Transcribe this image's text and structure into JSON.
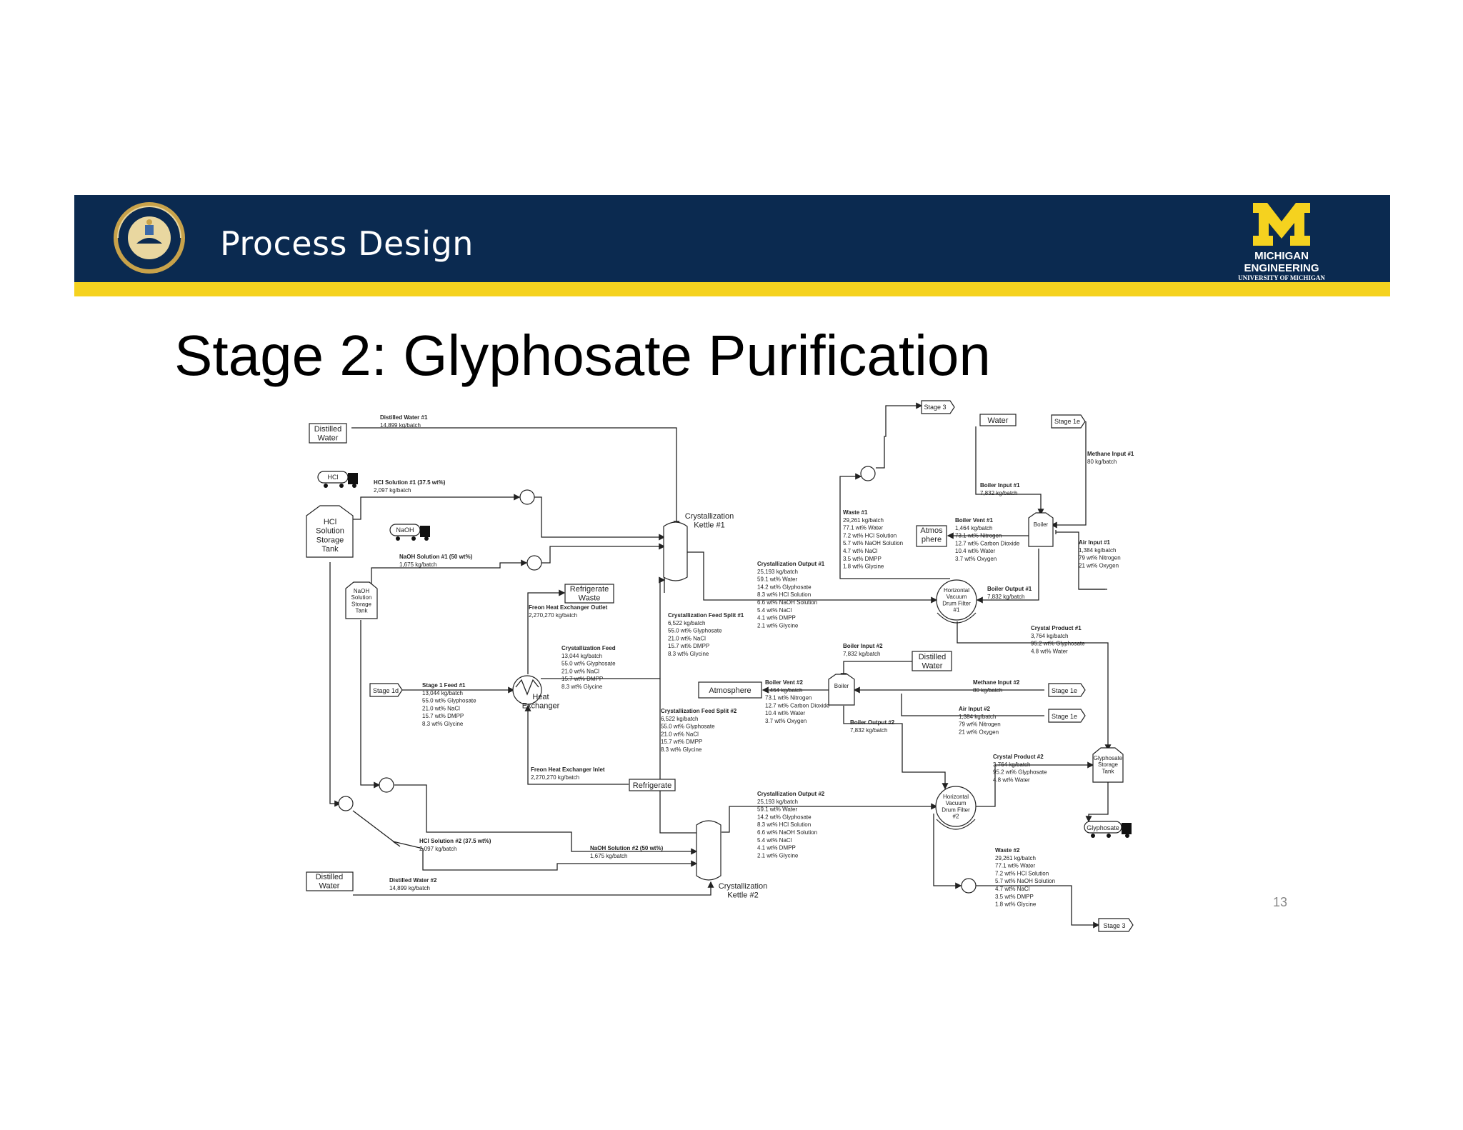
{
  "header": {
    "section_title": "Process Design",
    "brand_line1": "MICHIGAN",
    "brand_line2": "ENGINEERING",
    "brand_line3": "UNIVERSITY OF MICHIGAN",
    "colors": {
      "navy": "#0b2a50",
      "maize": "#f5d21f"
    }
  },
  "slide": {
    "title": "Stage 2: Glyphosate Purification",
    "page_number": "13"
  },
  "diagram": {
    "units": {
      "distilled_water_1": "Distilled\nWater",
      "hcl_truck": "HCl",
      "hcl_tank": "HCl\nSolution\nStorage\nTank",
      "naoh_truck": "NaOH",
      "naoh_tank": "NaOH\nSolution\nStorage\nTank",
      "refrigerate_waste": "Refrigerate\nWaste",
      "stage_1d": "Stage 1d",
      "heat_exchanger": "Heat\nExchanger",
      "refrigerate": "Refrigerate",
      "crystallization_kettle_1": "Crystallization\nKettle #1",
      "crystallization_kettle_2": "Crystallization\nKettle #2",
      "distilled_water_2": "Distilled\nWater",
      "stage_3_top": "Stage 3",
      "water": "Water",
      "stage_1e_top": "Stage 1e",
      "atmosphere_1": "Atmos\nphere",
      "boiler_1": "Boiler",
      "filter_1": "Horizontal\nVacuum\nDrum Filter\n#1",
      "distilled_water_3": "Distilled\nWater",
      "atmosphere_2": "Atmosphere",
      "boiler_2": "Boiler",
      "stage_1e_mid1": "Stage 1e",
      "stage_1e_mid2": "Stage 1e",
      "filter_2": "Horizontal\nVacuum\nDrum Filter\n#2",
      "glyphosate_tank": "Glyphosate\nStorage\nTank",
      "glyphosate_truck": "Glyphosate",
      "stage_3_bottom": "Stage 3"
    },
    "streams": {
      "distilled_water_1": [
        "Distilled Water #1",
        "14,899 kg/batch"
      ],
      "hcl_solution_1": [
        "HCl Solution #1 (37.5 wt%)",
        "2,097 kg/batch"
      ],
      "naoh_solution_1": [
        "NaOH Solution #1 (50 wt%)",
        "1,675 kg/batch"
      ],
      "freon_outlet": [
        "Freon Heat Exchanger Outlet",
        "2,270,270 kg/batch"
      ],
      "crystallization_feed": [
        "Crystallization Feed",
        "13,044 kg/batch",
        "55.0 wt% Glyphosate",
        "21.0 wt% NaCl",
        "15.7 wt% DMPP",
        "8.3 wt% Glycine"
      ],
      "stage_1_feed": [
        "Stage 1 Feed #1",
        "13,044 kg/batch",
        "55.0 wt% Glyphosate",
        "21.0 wt% NaCl",
        "15.7 wt% DMPP",
        "8.3 wt% Glycine"
      ],
      "feed_split_1": [
        "Crystallization Feed Split #1",
        "6,522 kg/batch",
        "55.0 wt% Glyphosate",
        "21.0 wt% NaCl",
        "15.7 wt% DMPP",
        "8.3 wt% Glycine"
      ],
      "feed_split_2": [
        "Crystallization Feed Split #2",
        "6,522 kg/batch",
        "55.0 wt% Glyphosate",
        "21.0 wt% NaCl",
        "15.7 wt% DMPP",
        "8.3 wt% Glycine"
      ],
      "freon_inlet": [
        "Freon Heat Exchanger Inlet",
        "2,270,270 kg/batch"
      ],
      "hcl_solution_2": [
        "HCl Solution #2 (37.5 wt%)",
        "2,097 kg/batch"
      ],
      "naoh_solution_2": [
        "NaOH Solution #2 (50 wt%)",
        "1,675 kg/batch"
      ],
      "distilled_water_2": [
        "Distilled Water #2",
        "14,899 kg/batch"
      ],
      "crys_output_1": [
        "Crystallization Output #1",
        "25,193 kg/batch",
        "59.1 wt% Water",
        "14.2 wt% Glyphosate",
        "8.3 wt% HCl Solution",
        "6.6 wt% NaOH Solution",
        "5.4 wt% NaCl",
        "4.1 wt% DMPP",
        "2.1 wt% Glycine"
      ],
      "crys_output_2": [
        "Crystallization Output #2",
        "25,193 kg/batch",
        "59.1 wt% Water",
        "14.2 wt% Glyphosate",
        "8.3 wt% HCl Solution",
        "6.6 wt% NaOH Solution",
        "5.4 wt% NaCl",
        "4.1 wt% DMPP",
        "2.1 wt% Glycine"
      ],
      "waste_1": [
        "Waste #1",
        "29,261 kg/batch",
        "77.1 wt% Water",
        "7.2 wt% HCl Solution",
        "5.7 wt% NaOH Solution",
        "4.7 wt% NaCl",
        "3.5 wt% DMPP",
        "1.8 wt% Glycine"
      ],
      "waste_2": [
        "Waste #2",
        "29,261 kg/batch",
        "77.1 wt% Water",
        "7.2 wt% HCl Solution",
        "5.7 wt% NaOH Solution",
        "4.7 wt% NaCl",
        "3.5 wt% DMPP",
        "1.8 wt% Glycine"
      ],
      "boiler_input_1": [
        "Boiler Input #1",
        "7,832 kg/batch"
      ],
      "boiler_vent_1": [
        "Boiler Vent #1",
        "1,464 kg/batch",
        "73.1 wt% Nitrogen",
        "12.7 wt% Carbon Dioxide",
        "10.4 wt% Water",
        "3.7 wt% Oxygen"
      ],
      "methane_input_1": [
        "Methane Input #1",
        "80 kg/batch"
      ],
      "air_input_1": [
        "Air Input #1",
        "1,384 kg/batch",
        "79 wt% Nitrogen",
        "21 wt% Oxygen"
      ],
      "boiler_output_1": [
        "Boiler Output #1",
        "7,832 kg/batch"
      ],
      "crystal_product_1": [
        "Crystal Product #1",
        "3,764 kg/batch",
        "95.2 wt% Glyphosate",
        "4.8 wt% Water"
      ],
      "boiler_input_2": [
        "Boiler Input #2",
        "7,832 kg/batch"
      ],
      "boiler_vent_2": [
        "Boiler Vent #2",
        "1,464 kg/batch",
        "73.1 wt% Nitrogen",
        "12.7 wt% Carbon Dioxide",
        "10.4 wt% Water",
        "3.7 wt% Oxygen"
      ],
      "methane_input_2": [
        "Methane Input #2",
        "80 kg/batch"
      ],
      "air_input_2": [
        "Air Input #2",
        "1,384 kg/batch",
        "79 wt% Nitrogen",
        "21 wt% Oxygen"
      ],
      "boiler_output_2": [
        "Boiler Output #2",
        "7,832 kg/batch"
      ],
      "crystal_product_2": [
        "Crystal Product #2",
        "3,764 kg/batch",
        "95.2 wt% Glyphosate",
        "4.8 wt% Water"
      ]
    }
  }
}
